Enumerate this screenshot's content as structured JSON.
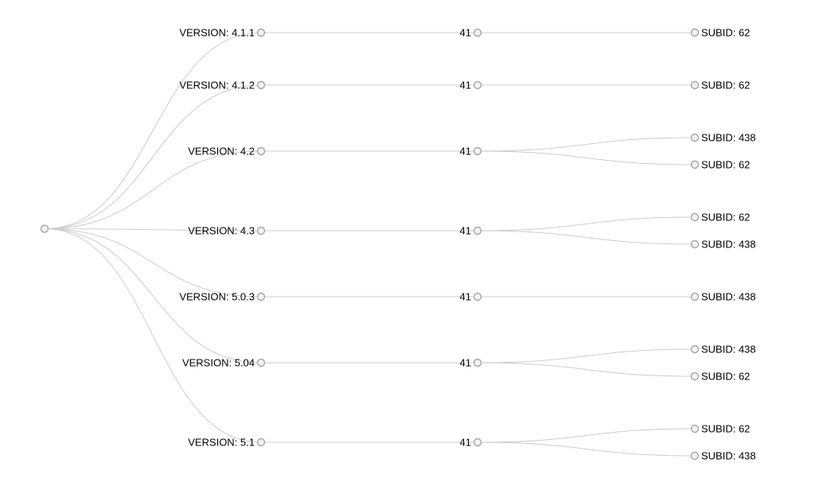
{
  "style": {
    "background": "#ffffff",
    "link_color": "#cccccc",
    "node_fill": "#f2f2f2",
    "node_stroke": "#a6a6a6",
    "text_color": "#000000"
  },
  "tree": {
    "name": "",
    "children": [
      {
        "name": "VERSION: 4.1.1",
        "children": [
          {
            "name": "41",
            "children": [
              {
                "name": "SUBID: 62"
              }
            ]
          }
        ]
      },
      {
        "name": "VERSION: 4.1.2",
        "children": [
          {
            "name": "41",
            "children": [
              {
                "name": "SUBID: 62"
              }
            ]
          }
        ]
      },
      {
        "name": "VERSION: 4.2",
        "children": [
          {
            "name": "41",
            "children": [
              {
                "name": "SUBID: 438"
              },
              {
                "name": "SUBID: 62"
              }
            ]
          }
        ]
      },
      {
        "name": "VERSION: 4.3",
        "children": [
          {
            "name": "41",
            "children": [
              {
                "name": "SUBID: 62"
              },
              {
                "name": "SUBID: 438"
              }
            ]
          }
        ]
      },
      {
        "name": "VERSION: 5.0.3",
        "children": [
          {
            "name": "41",
            "children": [
              {
                "name": "SUBID: 438"
              }
            ]
          }
        ]
      },
      {
        "name": "VERSION: 5.04",
        "children": [
          {
            "name": "41",
            "children": [
              {
                "name": "SUBID: 438"
              },
              {
                "name": "SUBID: 62"
              }
            ]
          }
        ]
      },
      {
        "name": "VERSION: 5.1",
        "children": [
          {
            "name": "41",
            "children": [
              {
                "name": "SUBID: 62"
              },
              {
                "name": "SUBID: 438"
              }
            ]
          }
        ]
      }
    ]
  }
}
